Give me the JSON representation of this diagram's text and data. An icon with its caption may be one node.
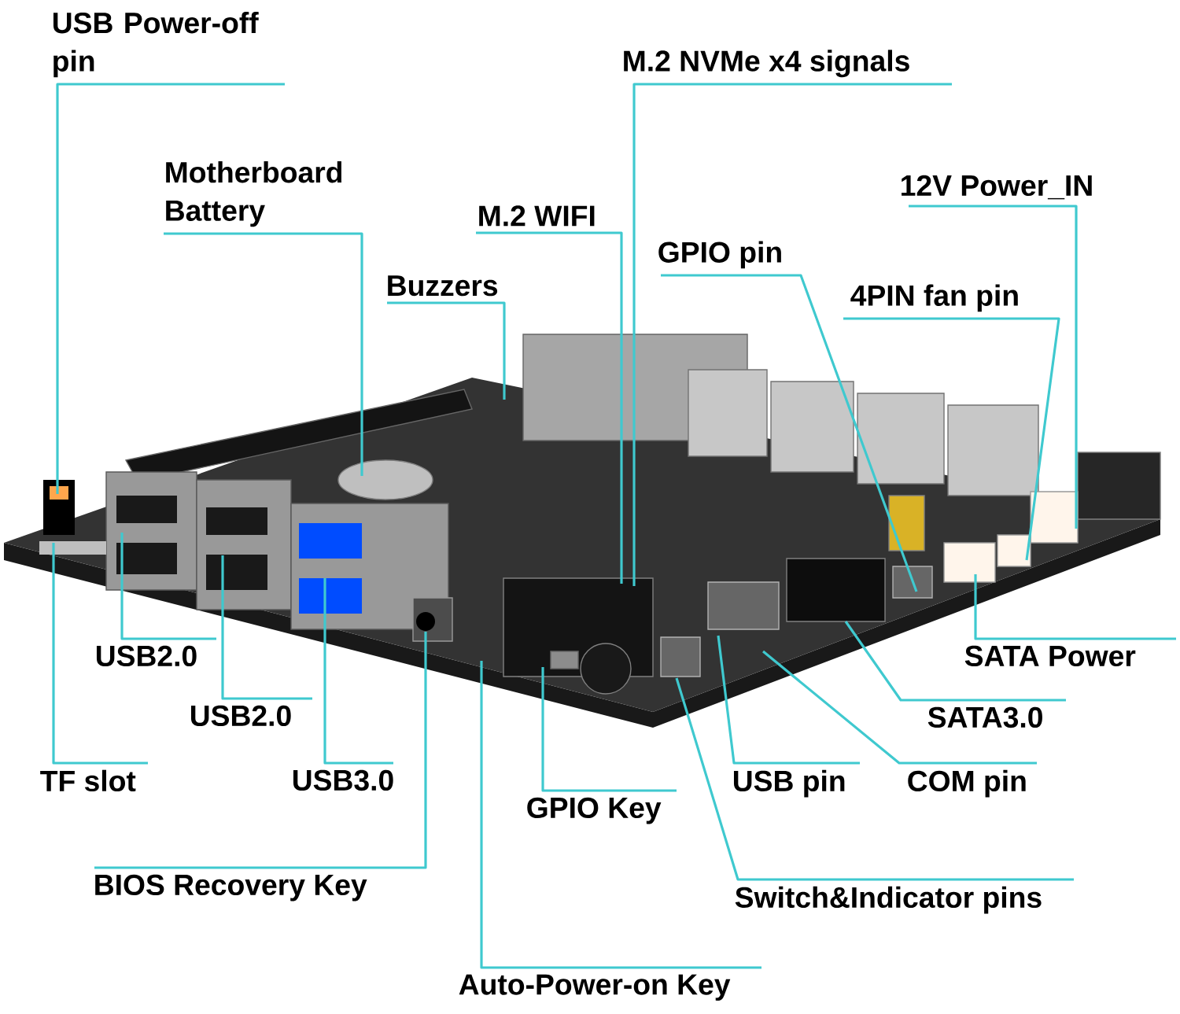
{
  "diagram": {
    "nodes": [
      {
        "text": [
          "USB Power-off pin"
        ]
      },
      {
        "text": [
          "Motherboard Battery"
        ]
      },
      {
        "text": [
          "Buzzers"
        ]
      },
      {
        "text": [
          "M.2 WIFI"
        ]
      },
      {
        "text": [
          "M.2 NVMe x4 signals"
        ]
      },
      {
        "text": [
          "GPIO pin"
        ]
      },
      {
        "text": [
          "12V Power_IN"
        ]
      },
      {
        "text": [
          "4PIN fan pin"
        ]
      },
      {
        "text": [
          "SATA Power"
        ]
      },
      {
        "text": [
          "SATA3.0"
        ]
      },
      {
        "text": [
          "COM pin"
        ]
      },
      {
        "text": [
          "USB pin"
        ]
      },
      {
        "text": [
          "Switch&Indicator pins"
        ]
      },
      {
        "text": [
          "GPIO Key"
        ]
      },
      {
        "text": [
          "Auto-Power-on Key"
        ]
      },
      {
        "text": [
          "BIOS Recovery Key"
        ]
      },
      {
        "text": [
          "USB3.0"
        ]
      },
      {
        "text": [
          "USB2.0"
        ]
      },
      {
        "text": [
          "USB2.0"
        ]
      },
      {
        "text": [
          "TF slot"
        ]
      }
    ],
    "edges": [
      {
        "from": 0,
        "to": null,
        "arrow": "none"
      },
      {
        "from": 1,
        "to": null,
        "arrow": "none"
      },
      {
        "from": 2,
        "to": null,
        "arrow": "none"
      },
      {
        "from": 3,
        "to": null,
        "arrow": "none"
      },
      {
        "from": 4,
        "to": null,
        "arrow": "none"
      },
      {
        "from": 5,
        "to": null,
        "arrow": "none"
      },
      {
        "from": 6,
        "to": null,
        "arrow": "none"
      },
      {
        "from": 7,
        "to": null,
        "arrow": "none"
      },
      {
        "from": 8,
        "to": null,
        "arrow": "none"
      },
      {
        "from": 9,
        "to": null,
        "arrow": "none"
      },
      {
        "from": 10,
        "to": null,
        "arrow": "none"
      },
      {
        "from": 11,
        "to": null,
        "arrow": "none"
      },
      {
        "from": 12,
        "to": null,
        "arrow": "none"
      },
      {
        "from": 13,
        "to": null,
        "arrow": "none"
      },
      {
        "from": 14,
        "to": null,
        "arrow": "none"
      },
      {
        "from": 15,
        "to": null,
        "arrow": "none"
      },
      {
        "from": 16,
        "to": null,
        "arrow": "none"
      },
      {
        "from": 17,
        "to": null,
        "arrow": "none"
      },
      {
        "from": 18,
        "to": null,
        "arrow": "none"
      },
      {
        "from": 19,
        "to": null,
        "arrow": "none"
      }
    ]
  }
}
